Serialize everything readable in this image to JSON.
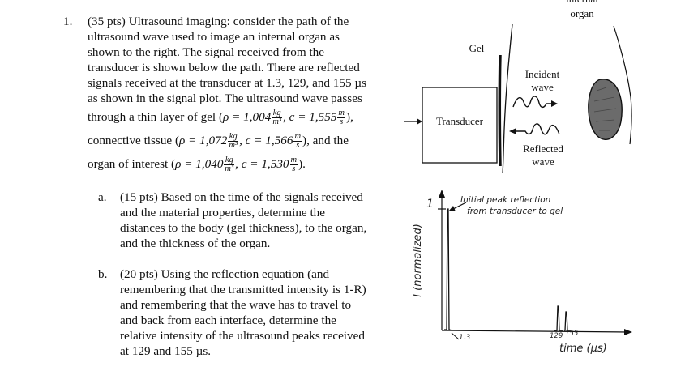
{
  "question": {
    "number": "1.",
    "lines": [
      "(35 pts) Ultrasound imaging: consider the path of the",
      "ultrasound wave used to image an internal organ as",
      "shown to the right. The signal received from the",
      "transducer is shown below the path. There are reflected",
      "signals received at the transducer at 1.3, 129, and 155 µs",
      "as shown in the signal plot. The ultrasound wave passes"
    ],
    "gel": {
      "prefix": "through a thin layer of gel (",
      "rho": "ρ = 1,004",
      "c": ", c = 1,555",
      "suffix": "),"
    },
    "tissue": {
      "prefix": "connective tissue (",
      "rho": "ρ = 1,072",
      "c": ", c = 1,566",
      "suffix": "), and the"
    },
    "organ": {
      "prefix": "organ of interest (",
      "rho": "ρ = 1,040",
      "c": ", c = 1,530",
      "suffix": ")."
    },
    "units": {
      "kg": "kg",
      "m3": "m³",
      "m": "m",
      "s": "s"
    }
  },
  "part_a": {
    "letter": "a.",
    "lines": [
      "(15 pts) Based on the time of the signals received",
      "and the material properties, determine the",
      "distances to the body (gel thickness), to the organ,",
      "and the thickness of the organ."
    ]
  },
  "part_b": {
    "letter": "b.",
    "lines": [
      "(20 pts)  Using the reflection equation (and",
      "remembering that the transmitted intensity is 1-R)",
      "and remembering that the wave has to travel to",
      "and back from each interface, determine the",
      "relative intensity of the ultrasound peaks received",
      "at 129 and 155 µs."
    ]
  },
  "diagram": {
    "internal_label": "internal",
    "organ_label": "organ",
    "gel_label": "Gel",
    "transducer_label": "Transducer",
    "incident_line1": "Incident",
    "incident_line2": "wave",
    "reflected_line1": "Reflected",
    "reflected_line2": "wave"
  },
  "signal_plot": {
    "annotation_line1": "Initial peak reflection",
    "annotation_line2": "from transducer to gel",
    "y_label": "I (normalized)",
    "y_tick": "1",
    "x_label": "time (µs)",
    "peak_labels": [
      "1.3",
      "129",
      "155"
    ]
  }
}
